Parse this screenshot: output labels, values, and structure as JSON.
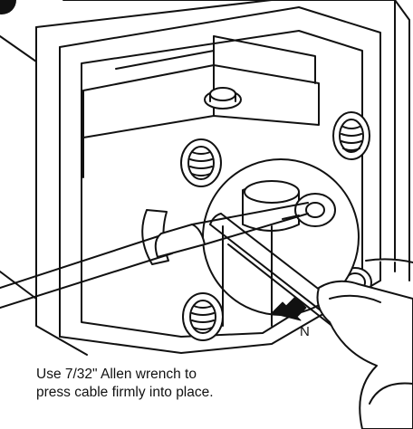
{
  "callout": {
    "letter": "N"
  },
  "caption": {
    "line1": "Use 7/32\" Allen wrench to",
    "line2": "press cable firmly into place."
  },
  "colors": {
    "line": "#111111",
    "fill": "#ffffff",
    "accent_arrow": "#111111"
  },
  "icons": {
    "step_marker": "step-number-badge",
    "direction": "arrow-icon"
  }
}
